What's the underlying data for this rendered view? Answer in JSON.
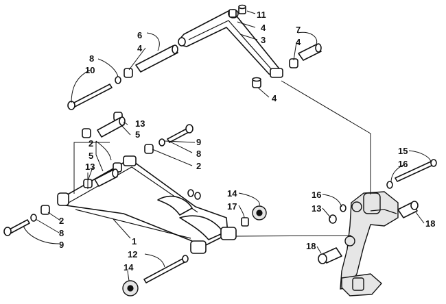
{
  "callouts": {
    "c1": "1",
    "c2a": "2",
    "c2b": "2",
    "c2c": "2",
    "c3": "3",
    "c4a": "4",
    "c4b": "4",
    "c4c": "4",
    "c4d": "4",
    "c5a": "5",
    "c5b": "5",
    "c6": "6",
    "c7": "7",
    "c8a": "8",
    "c8b": "8",
    "c8c": "8",
    "c9a": "9",
    "c9b": "9",
    "c10": "10",
    "c11": "11",
    "c12": "12",
    "c13a": "13",
    "c13b": "13",
    "c13c": "13",
    "c14a": "14",
    "c14b": "14",
    "c15": "15",
    "c16a": "16",
    "c16b": "16",
    "c17": "17",
    "c18a": "18",
    "c18b": "18"
  },
  "colors": {
    "line": "#111111",
    "background": "#ffffff",
    "shade": "#e6e6e6"
  }
}
